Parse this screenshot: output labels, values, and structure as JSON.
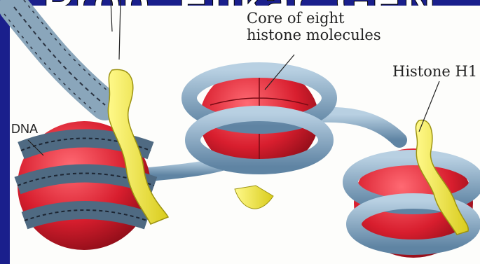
{
  "slide": {
    "title": "Prob. Eukar. GEN",
    "background": "#1a1f8c"
  },
  "diagram": {
    "labels": {
      "core": [
        "Core of eight",
        "histone molecules"
      ],
      "h1": "Histone H1",
      "dna": "DNA"
    },
    "colors": {
      "histone_core": "#d81e2e",
      "dna_tube": "#7fa3bf",
      "histone_h1": "#f3ea3a",
      "panel": "#fdfdfb"
    }
  }
}
